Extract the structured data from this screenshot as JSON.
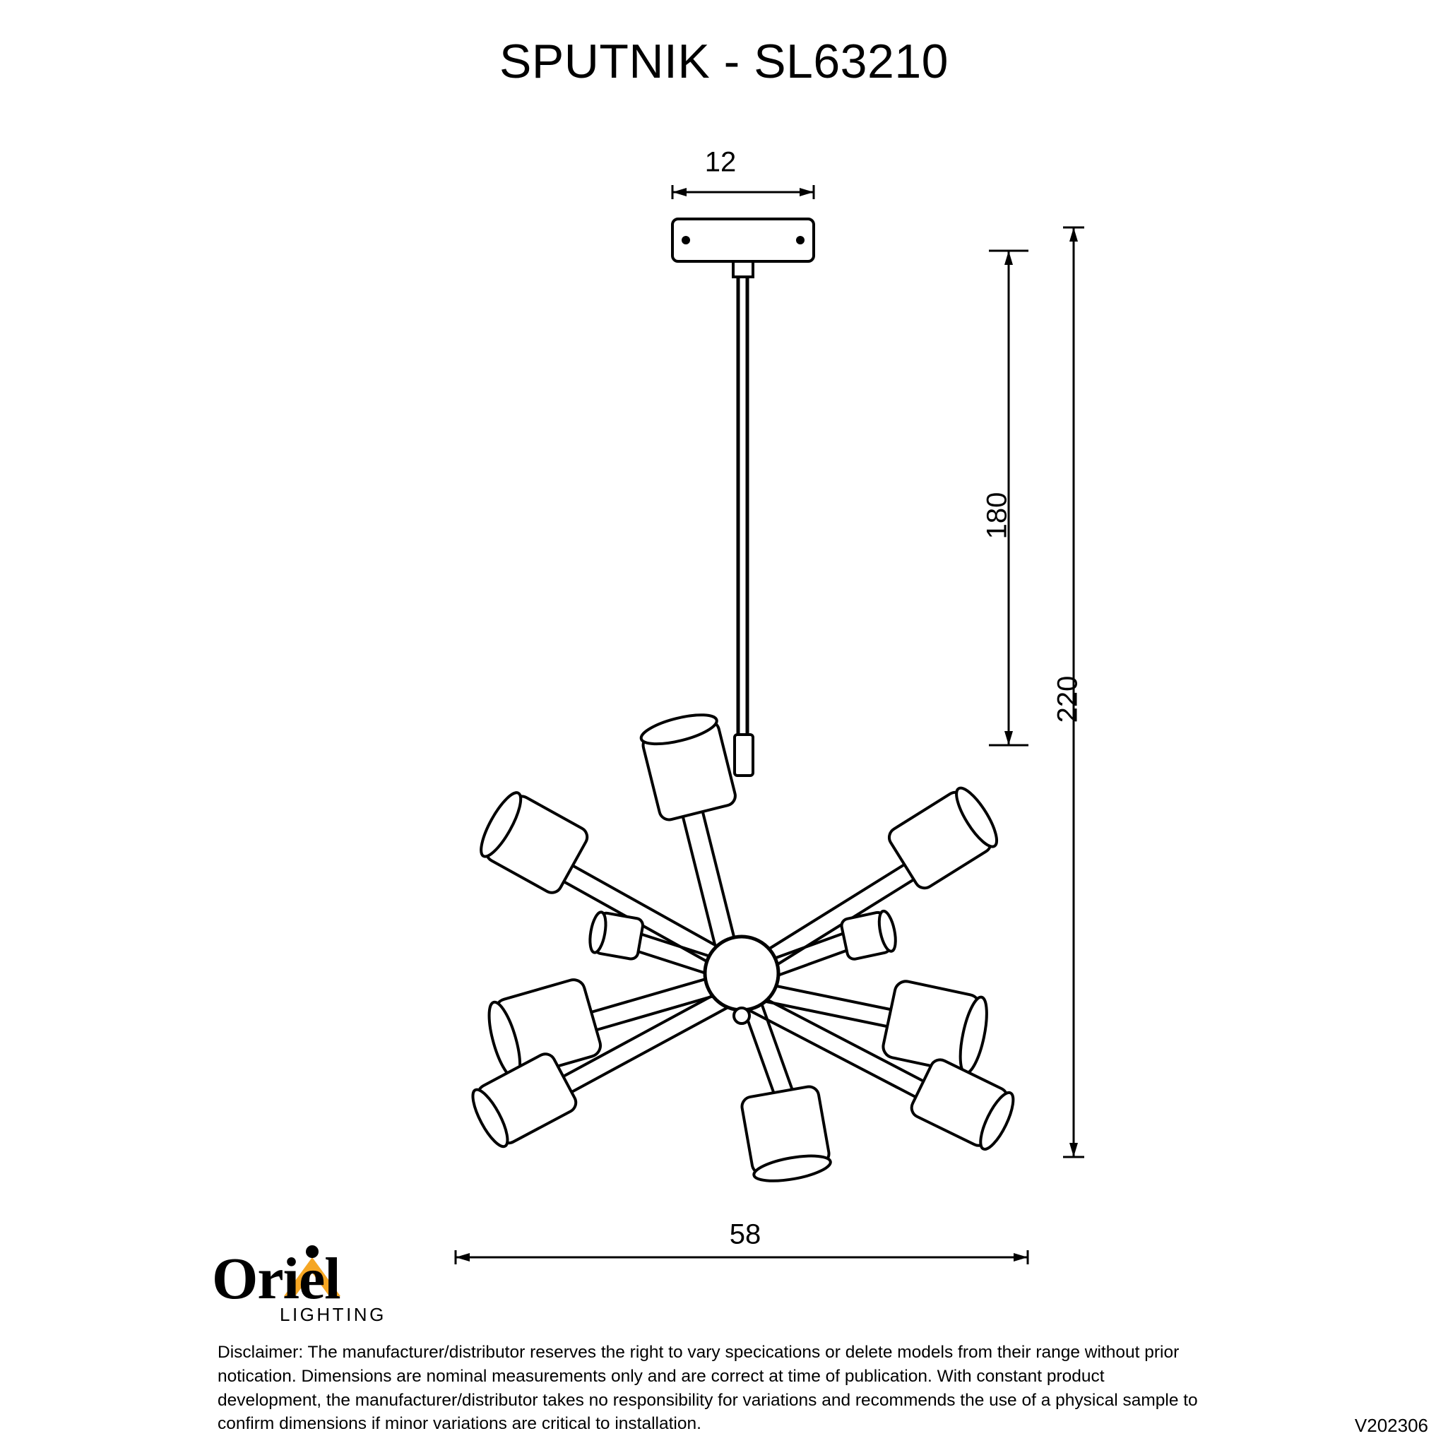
{
  "title": "SPUTNIK - SL63210",
  "dimensions": {
    "canopy_width": "12",
    "rod_drop": "180",
    "total_height": "220",
    "fixture_width": "58"
  },
  "logo": {
    "brand": "Oriel",
    "sub": "LIGHTING"
  },
  "disclaimer": "Disclaimer: The manufacturer/distributor reserves the right to vary specications or delete models from their range without prior notication. Dimensions are nominal measurements only and are correct at time of publication. With constant product development, the manufacturer/distributor takes no responsibility for variations and recommends the use of a physical sample to confirm dimensions if minor variations are critical to installation.",
  "version": "V202306",
  "colors": {
    "line": "#000000",
    "background": "#ffffff",
    "logo_accent": "#F5A623"
  }
}
